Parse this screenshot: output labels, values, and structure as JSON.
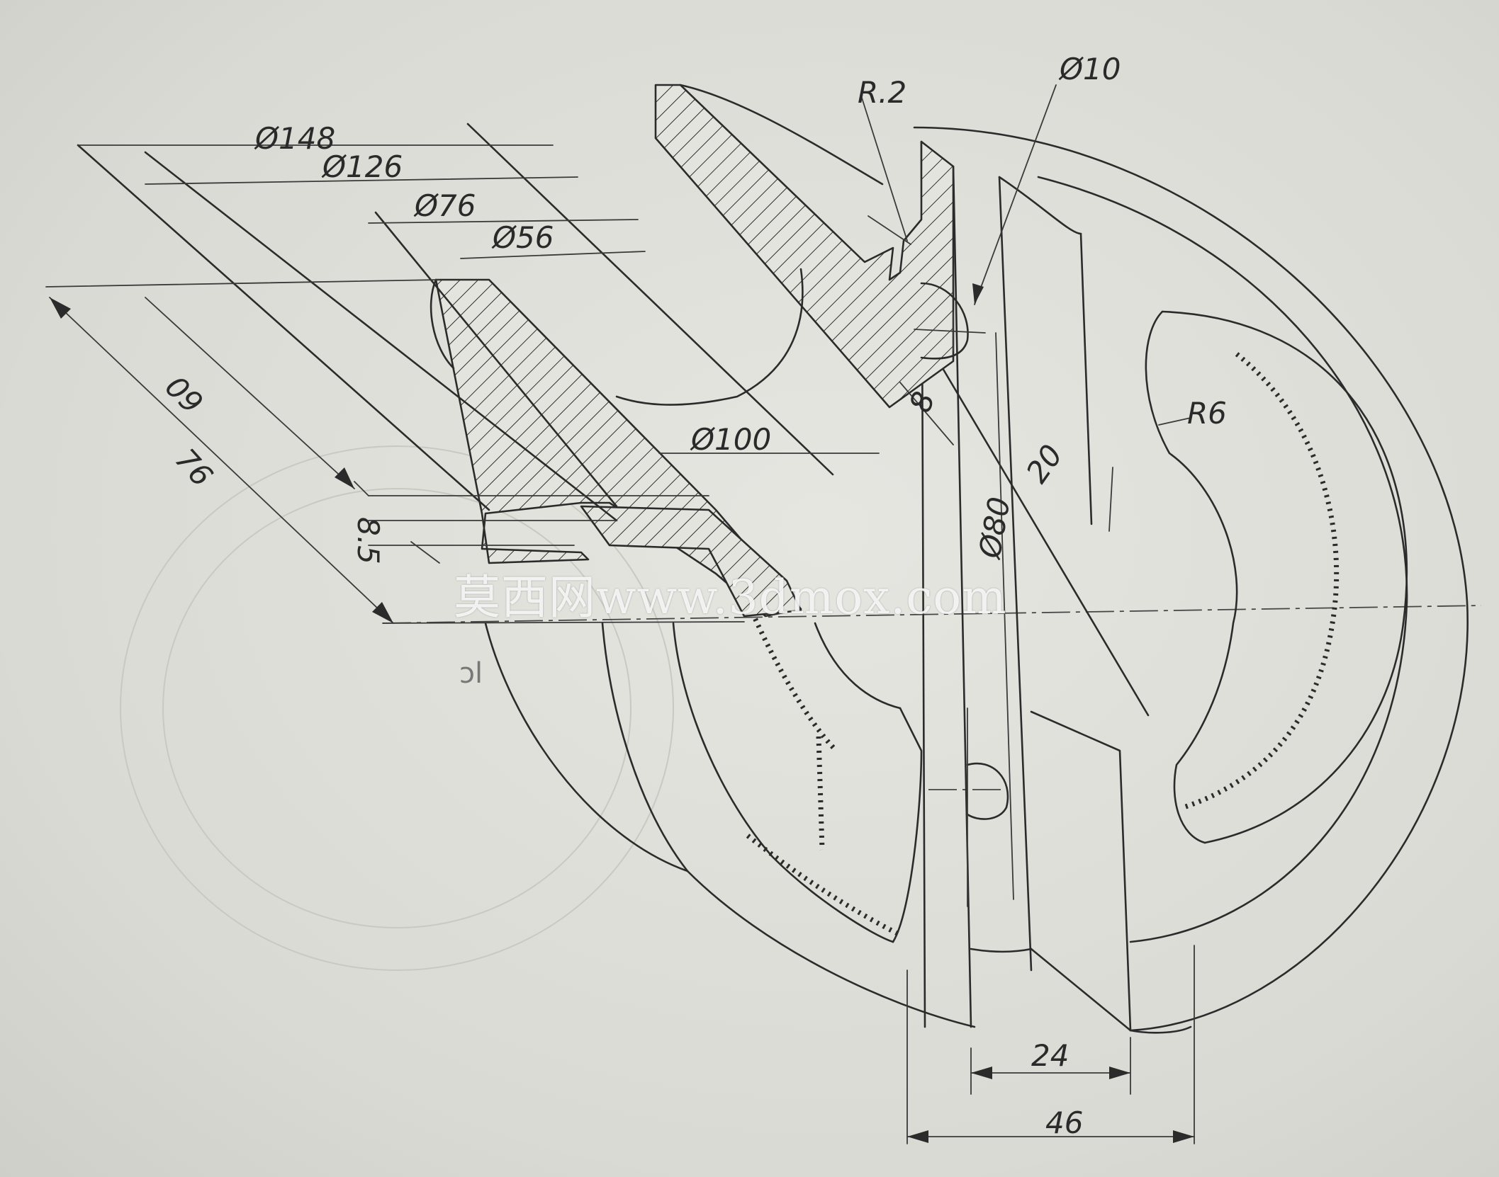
{
  "drawing": {
    "dimensions": {
      "dia_148": "Ø148",
      "dia_126": "Ø126",
      "dia_76": "Ø76",
      "dia_56": "Ø56",
      "dia_100": "Ø100",
      "dia_80": "Ø80",
      "dia_10": "Ø10",
      "radius_2": "R.2",
      "radius_6": "R6",
      "len_60": "60",
      "len_76": "76",
      "len_8_5": "8.5",
      "len_8": "8",
      "len_20": "20",
      "len_24": "24",
      "len_46": "46"
    },
    "watermark": "莫西网www.3dmox.com",
    "stray_mark": "ɔl"
  }
}
